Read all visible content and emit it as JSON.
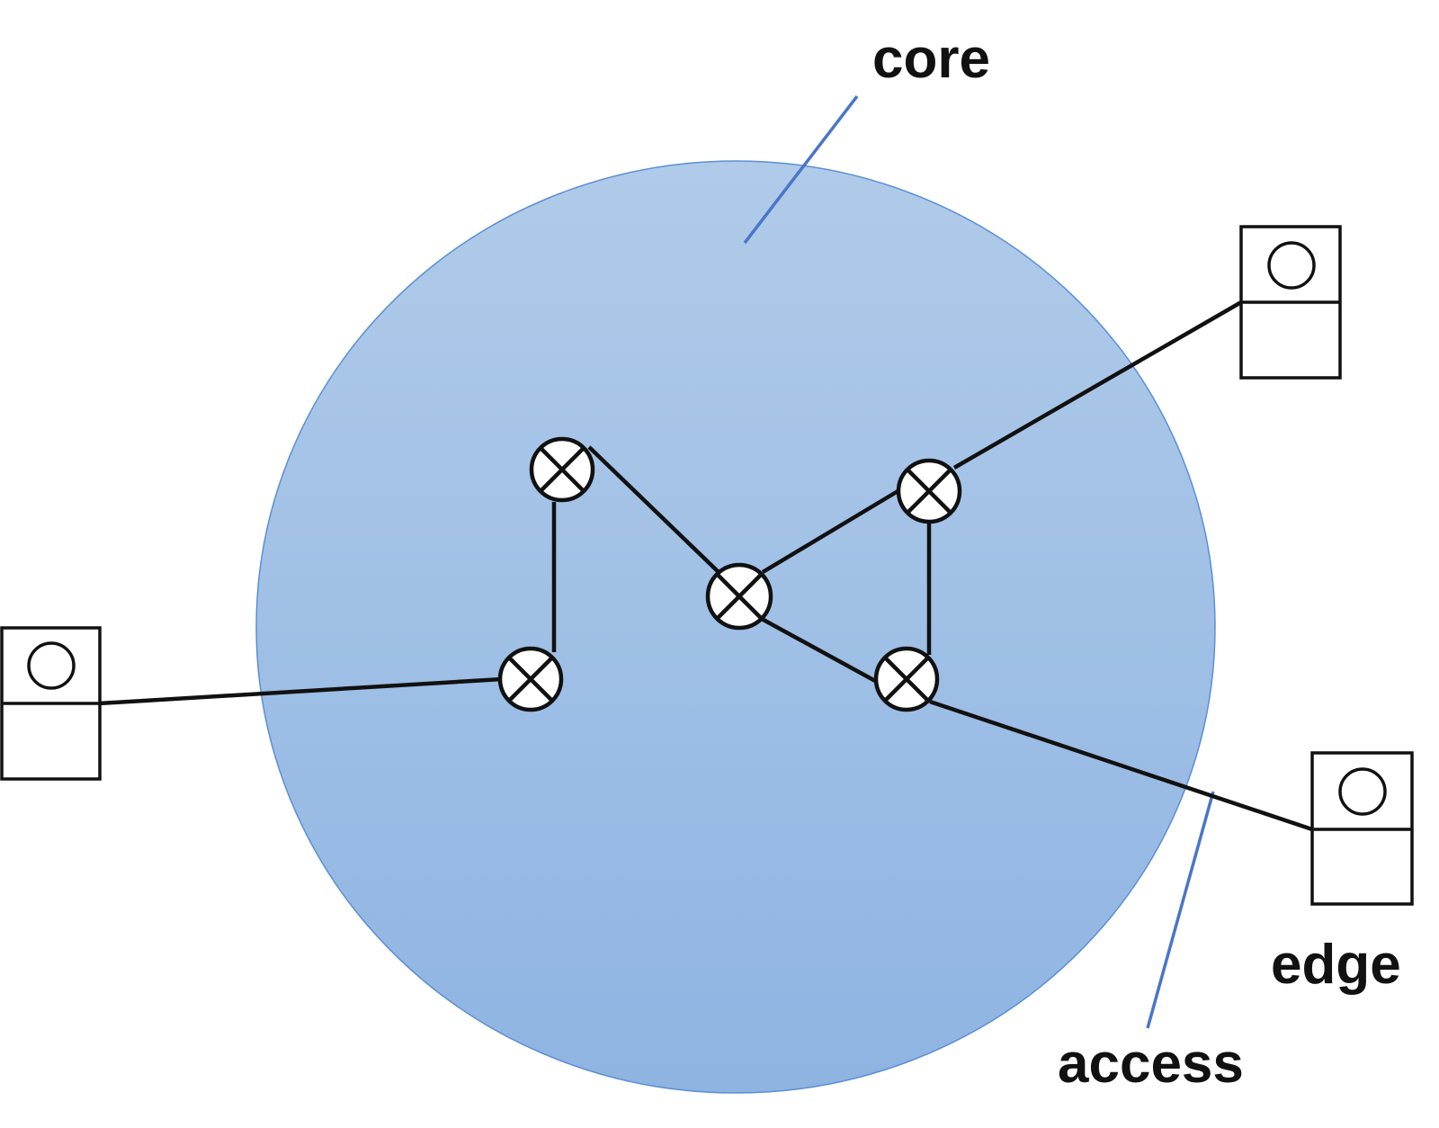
{
  "labels": {
    "core": "core",
    "edge": "edge",
    "access": "access"
  },
  "colors": {
    "core_fill_top": "#b0cbe9",
    "core_fill_bottom": "#8fb4e2",
    "core_stroke": "#5b8fd4",
    "leader_line": "#4a76c8",
    "link": "#111111",
    "node_fill": "#ffffff"
  },
  "icons": {
    "router": "circled-x-router-icon",
    "host": "host-box-icon"
  }
}
